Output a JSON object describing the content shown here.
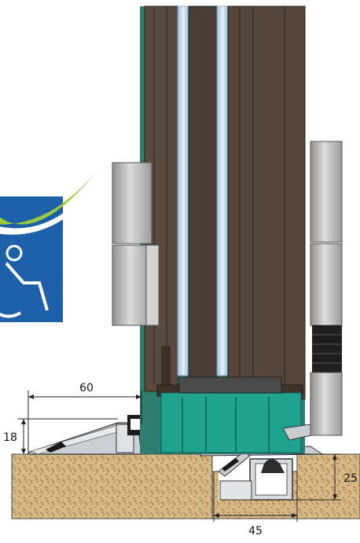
{
  "dimensions": {
    "ramp_length": "60",
    "ramp_height": "18",
    "channel_width": "45",
    "channel_depth": "25"
  },
  "icons": {
    "accessibility": "wheelchair-accessibility-icon"
  },
  "colors": {
    "frame_dark": "#4a3d33",
    "frame_mid": "#5c4d40",
    "glass": "#b9d3ea",
    "teal": "#1fa38f",
    "hinge": "#bfbfbf",
    "aluminum": "#c9ccd0",
    "concrete": "#d8b985",
    "icon_blue": "#1d5fa8",
    "icon_green": "#9bc93b"
  }
}
